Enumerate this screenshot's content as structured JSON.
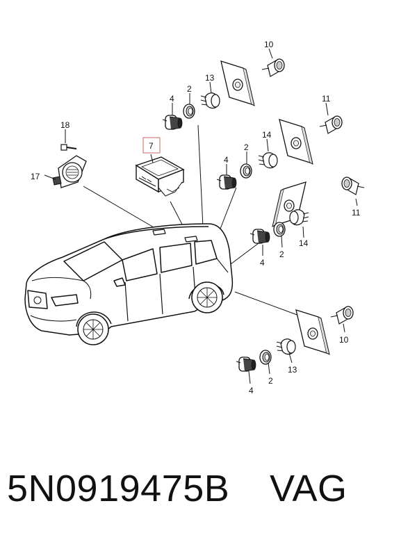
{
  "diagram": {
    "callouts": {
      "c10_top": "10",
      "c13_top": "13",
      "c2_top": "2",
      "c4_top": "4",
      "c18": "18",
      "c17": "17",
      "c7": "7",
      "c11_top": "11",
      "c14_mid": "14",
      "c2_mid": "2",
      "c4_mid": "4",
      "c11_mid": "11",
      "c14_low": "14",
      "c2_low": "2",
      "c4_low": "4",
      "c10_bot": "10",
      "c13_bot": "13",
      "c2_bot": "2",
      "c4_bot": "4"
    },
    "highlight_color": "#d98a8a"
  },
  "footer": {
    "part_number": "5N0919475B",
    "brand": "VAG"
  }
}
